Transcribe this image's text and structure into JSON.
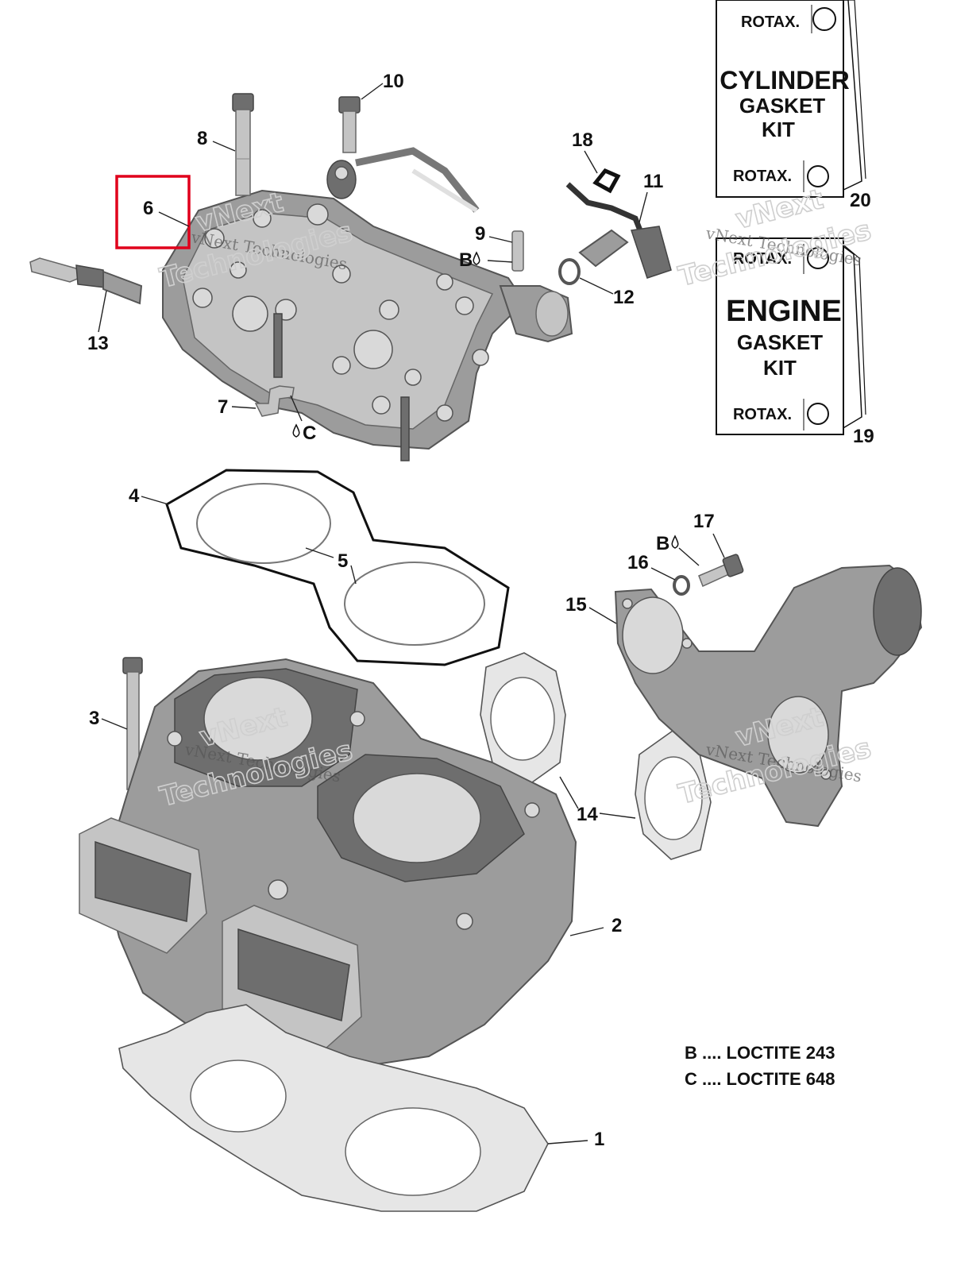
{
  "callouts": {
    "c1": "1",
    "c2": "2",
    "c3": "3",
    "c4": "4",
    "c5": "5",
    "c6": "6",
    "c7": "7",
    "c8": "8",
    "c9": "9",
    "c10": "10",
    "c11": "11",
    "c12": "12",
    "c13": "13",
    "c14": "14",
    "c15": "15",
    "c16": "16",
    "c17": "17",
    "c18": "18",
    "c19": "19",
    "c20": "20"
  },
  "loctite_marks": {
    "b": "B",
    "c": "C"
  },
  "kits": {
    "cylinder": {
      "brand": "ROTAX.",
      "line1": "CYLINDER",
      "line2": "GASKET",
      "line3": "KIT",
      "brand_bottom": "ROTAX."
    },
    "engine": {
      "brand": "ROTAX.",
      "line1": "ENGINE",
      "line2": "GASKET",
      "line3": "KIT",
      "brand_bottom": "ROTAX."
    }
  },
  "legend": {
    "b": "B .... LOCTITE 243",
    "c": "C .... LOCTITE 648"
  },
  "watermark": {
    "line1": "vNext Technologies",
    "big1": "vNext",
    "big2": "Technologies"
  },
  "colors": {
    "highlight": "#e0001b",
    "part": "#9c9c9c",
    "line": "#222222"
  }
}
